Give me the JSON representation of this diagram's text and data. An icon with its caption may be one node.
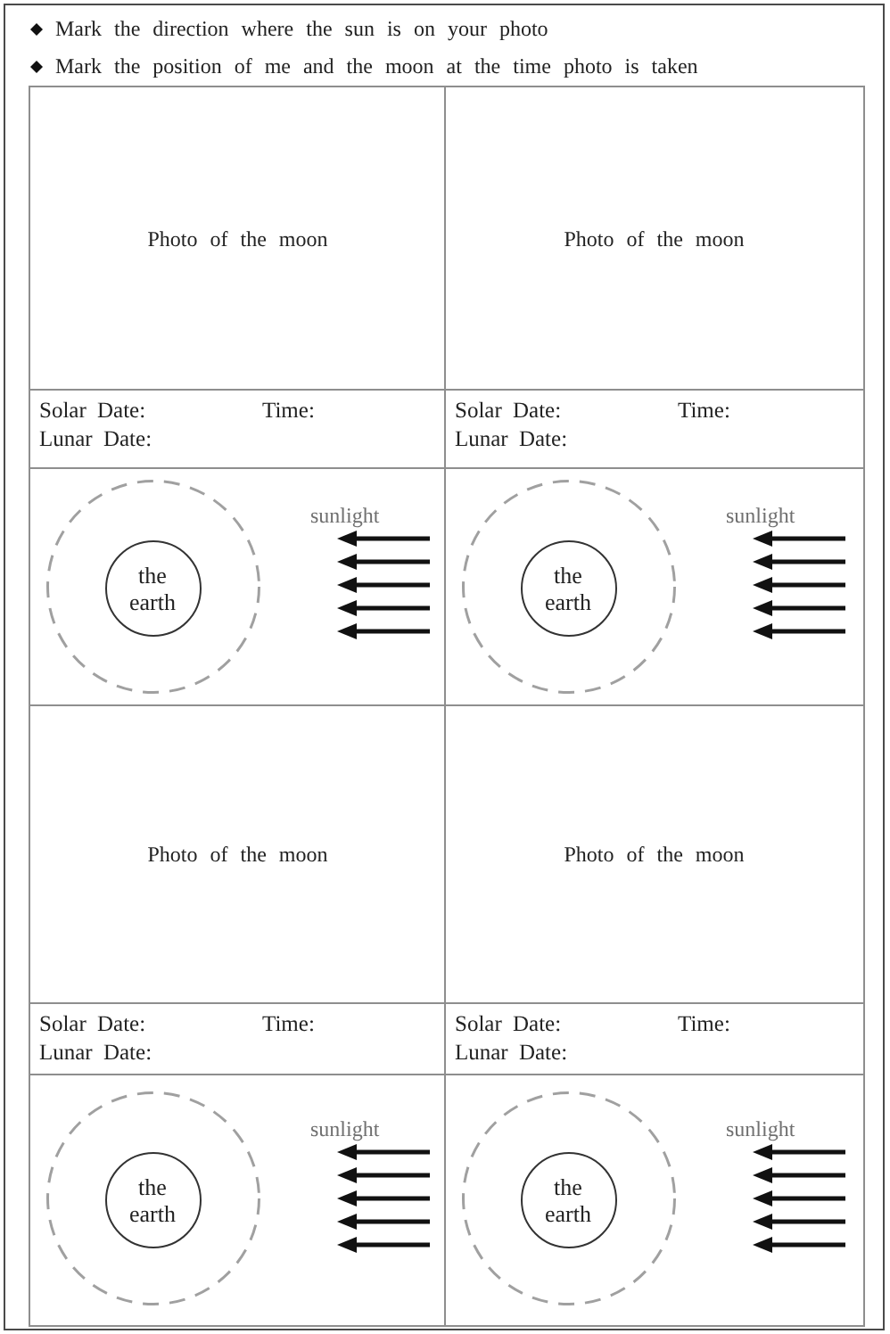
{
  "diagram": {
    "nodes": [
      {
        "text": [
          "Photo of the moon"
        ]
      },
      {
        "text": [
          "Photo of the moon"
        ]
      },
      {
        "text": [
          "Solar Date:",
          "Time:",
          "Lunar Date:"
        ]
      },
      {
        "text": [
          "Solar Date:",
          "Time:",
          "Lunar Date:"
        ]
      },
      {
        "text": [
          "sunlight"
        ]
      },
      {
        "text": [],
        "shape": "circle",
        "in": 4
      },
      {
        "text": [
          "the earth"
        ],
        "in": 5
      },
      {
        "text": [
          "sunlight"
        ]
      },
      {
        "text": [],
        "shape": "circle",
        "in": 7
      },
      {
        "text": [
          "the earth"
        ],
        "in": 8
      },
      {
        "text": [
          "Photo of the moon"
        ]
      },
      {
        "text": [
          "Photo of the moon"
        ]
      },
      {
        "text": [
          "Solar Date:",
          "Time:",
          "Lunar Date:"
        ]
      },
      {
        "text": [
          "Solar Date:",
          "Time:",
          "Lunar Date:"
        ]
      },
      {
        "text": [
          "sunlight"
        ]
      },
      {
        "text": [],
        "shape": "circle",
        "in": 14
      },
      {
        "text": [
          "the earth"
        ],
        "in": 15
      },
      {
        "text": [
          "sunlight"
        ]
      },
      {
        "text": [],
        "shape": "circle",
        "in": 17
      },
      {
        "text": [
          "the earth"
        ],
        "in": 18
      }
    ],
    "labels": [
      "Mark the direction where the sun is on your photo",
      "Mark the position of me and the moon at the time photo is taken"
    ]
  }
}
